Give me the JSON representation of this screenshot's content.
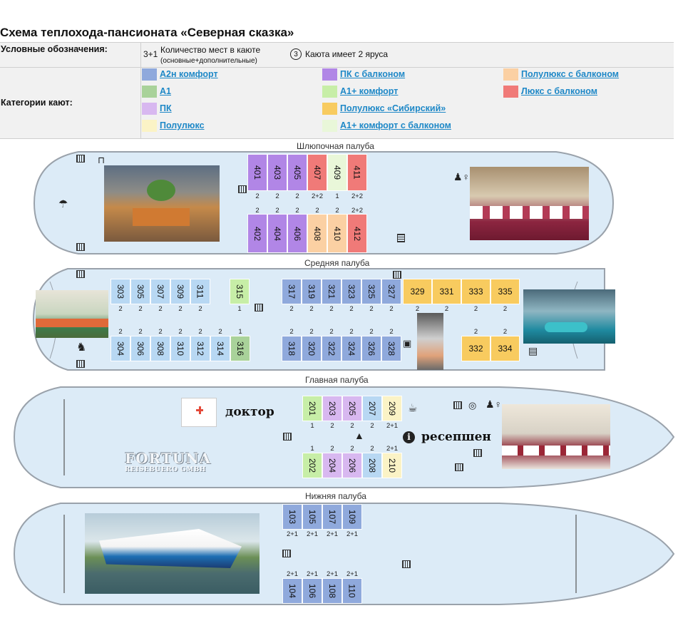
{
  "title": "Схема теплохода-пансионата «Северная сказка»",
  "legend": {
    "label": "Условные обозначения:",
    "places_example": "3+1",
    "places_text": "Количество мест в каюте",
    "places_subtext": "(основные+дополнительные)",
    "tier_example": "3",
    "tier_text": "Каюта имеет 2 яруса",
    "categories_label": "Категории кают:",
    "categories": [
      {
        "name": "А2н комфорт",
        "color": "#8fa9dc"
      },
      {
        "name": "А1",
        "color": "#a9d29a"
      },
      {
        "name": "ПК",
        "color": "#d8b8f0"
      },
      {
        "name": "Полулюкс",
        "color": "#fbf3c6"
      },
      {
        "name": "ПК с балконом",
        "color": "#b186e6"
      },
      {
        "name": "А1+ комфорт",
        "color": "#c7eea7"
      },
      {
        "name": "Полулюкс «Сибирский»",
        "color": "#f8cb5f"
      },
      {
        "name": "А1+ комфорт с балконом",
        "color": "#e9f7d9"
      },
      {
        "name": "Полулюкс с балконом",
        "color": "#fbd0a3"
      },
      {
        "name": "Люкс с балконом",
        "color": "#f07a78"
      }
    ]
  },
  "decks": {
    "boat": "Шлюпочная палуба",
    "middle": "Средняя палуба",
    "main": "Главная палуба",
    "lower": "Нижняя палуба"
  },
  "cabins": {
    "boat_top": [
      {
        "no": "401",
        "cap": "2",
        "color": "#b186e6"
      },
      {
        "no": "403",
        "cap": "2",
        "color": "#b186e6"
      },
      {
        "no": "405",
        "cap": "2",
        "color": "#b186e6"
      },
      {
        "no": "407",
        "cap": "2+2",
        "color": "#f07a78"
      },
      {
        "no": "409",
        "cap": "1",
        "color": "#e9f7d9"
      },
      {
        "no": "411",
        "cap": "2+2",
        "color": "#f07a78"
      }
    ],
    "boat_bottom": [
      {
        "no": "402",
        "cap": "2",
        "color": "#b186e6"
      },
      {
        "no": "404",
        "cap": "2",
        "color": "#b186e6"
      },
      {
        "no": "406",
        "cap": "2",
        "color": "#b186e6"
      },
      {
        "no": "408",
        "cap": "2",
        "color": "#fbd0a3"
      },
      {
        "no": "410",
        "cap": "2",
        "color": "#fbd0a3"
      },
      {
        "no": "412",
        "cap": "2+2",
        "color": "#f07a78"
      }
    ],
    "middle_top_left": [
      {
        "no": "303",
        "cap": "2",
        "color": "#b8d8f3"
      },
      {
        "no": "305",
        "cap": "2",
        "color": "#b8d8f3"
      },
      {
        "no": "307",
        "cap": "2",
        "color": "#b8d8f3"
      },
      {
        "no": "309",
        "cap": "2",
        "color": "#b8d8f3"
      },
      {
        "no": "311",
        "cap": "2",
        "color": "#b8d8f3"
      }
    ],
    "middle_315": {
      "no": "315",
      "cap": "1",
      "color": "#c7eea7"
    },
    "middle_bottom_left": [
      {
        "no": "304",
        "cap": "2",
        "color": "#b8d8f3"
      },
      {
        "no": "306",
        "cap": "2",
        "color": "#b8d8f3"
      },
      {
        "no": "308",
        "cap": "2",
        "color": "#b8d8f3"
      },
      {
        "no": "310",
        "cap": "2",
        "color": "#b8d8f3"
      },
      {
        "no": "312",
        "cap": "2",
        "color": "#b8d8f3"
      },
      {
        "no": "314",
        "cap": "2",
        "color": "#b8d8f3"
      },
      {
        "no": "316",
        "cap": "1",
        "color": "#a9d29a"
      }
    ],
    "middle_top_right_v": [
      {
        "no": "317",
        "cap": "2",
        "color": "#8fa9dc"
      },
      {
        "no": "319",
        "cap": "2",
        "color": "#8fa9dc"
      },
      {
        "no": "321",
        "cap": "2",
        "color": "#8fa9dc"
      },
      {
        "no": "323",
        "cap": "2",
        "color": "#8fa9dc"
      },
      {
        "no": "325",
        "cap": "2",
        "color": "#8fa9dc"
      },
      {
        "no": "327",
        "cap": "2",
        "color": "#8fa9dc"
      }
    ],
    "middle_top_right_h": [
      {
        "no": "329",
        "cap": "2",
        "color": "#f8cb5f"
      },
      {
        "no": "331",
        "cap": "2",
        "color": "#f8cb5f"
      },
      {
        "no": "333",
        "cap": "2",
        "color": "#f8cb5f"
      },
      {
        "no": "335",
        "cap": "2",
        "color": "#f8cb5f"
      }
    ],
    "middle_bottom_right_v": [
      {
        "no": "318",
        "cap": "2",
        "color": "#8fa9dc"
      },
      {
        "no": "320",
        "cap": "2",
        "color": "#8fa9dc"
      },
      {
        "no": "322",
        "cap": "2",
        "color": "#8fa9dc"
      },
      {
        "no": "324",
        "cap": "2",
        "color": "#8fa9dc"
      },
      {
        "no": "326",
        "cap": "2",
        "color": "#8fa9dc"
      },
      {
        "no": "328",
        "cap": "2",
        "color": "#8fa9dc"
      }
    ],
    "middle_bottom_right_h": [
      {
        "no": "332",
        "cap": "2",
        "color": "#f8cb5f"
      },
      {
        "no": "334",
        "cap": "2",
        "color": "#f8cb5f"
      }
    ],
    "main_top": [
      {
        "no": "201",
        "cap": "1",
        "color": "#c7eea7"
      },
      {
        "no": "203",
        "cap": "2",
        "color": "#d8b8f0"
      },
      {
        "no": "205",
        "cap": "2",
        "color": "#d8b8f0"
      },
      {
        "no": "207",
        "cap": "2",
        "color": "#b8d8f3"
      },
      {
        "no": "209",
        "cap": "2+1",
        "color": "#fbf3c6"
      }
    ],
    "main_bottom": [
      {
        "no": "202",
        "cap": "1",
        "color": "#c7eea7"
      },
      {
        "no": "204",
        "cap": "2",
        "color": "#d8b8f0"
      },
      {
        "no": "206",
        "cap": "2",
        "color": "#d8b8f0"
      },
      {
        "no": "208",
        "cap": "2",
        "color": "#b8d8f3"
      },
      {
        "no": "210",
        "cap": "2+1",
        "color": "#fbf3c6"
      }
    ],
    "lower_top": [
      {
        "no": "103",
        "cap": "2+1",
        "color": "#8fa9dc"
      },
      {
        "no": "105",
        "cap": "2+1",
        "color": "#8fa9dc"
      },
      {
        "no": "107",
        "cap": "2+1",
        "color": "#8fa9dc"
      },
      {
        "no": "109",
        "cap": "2+1",
        "color": "#8fa9dc"
      }
    ],
    "lower_bottom": [
      {
        "no": "104",
        "cap": "2+1",
        "color": "#8fa9dc"
      },
      {
        "no": "106",
        "cap": "2+1",
        "color": "#8fa9dc"
      },
      {
        "no": "108",
        "cap": "2+1",
        "color": "#8fa9dc"
      },
      {
        "no": "110",
        "cap": "2+1",
        "color": "#8fa9dc"
      }
    ]
  },
  "labels": {
    "doctor": "доктор",
    "reception": "ресепшен",
    "watermark_line1": "FORTUNA",
    "watermark_line2": "REISEBUERO GMBH"
  },
  "icons": {
    "umbrella": "umbrella-icon",
    "toilets": "toilets-icon",
    "rocking_horse": "rocking-horse-icon",
    "library": "book-icon",
    "coffee": "coffee-icon",
    "iron": "iron-icon",
    "info": "info-icon",
    "first_aid": "first-aid-icon",
    "lifebuoy": "lifebuoy-icon"
  },
  "colors": {
    "hull_fill": "#dcebf7",
    "hull_stroke": "#9aa2ab",
    "link": "#1e88c7"
  }
}
